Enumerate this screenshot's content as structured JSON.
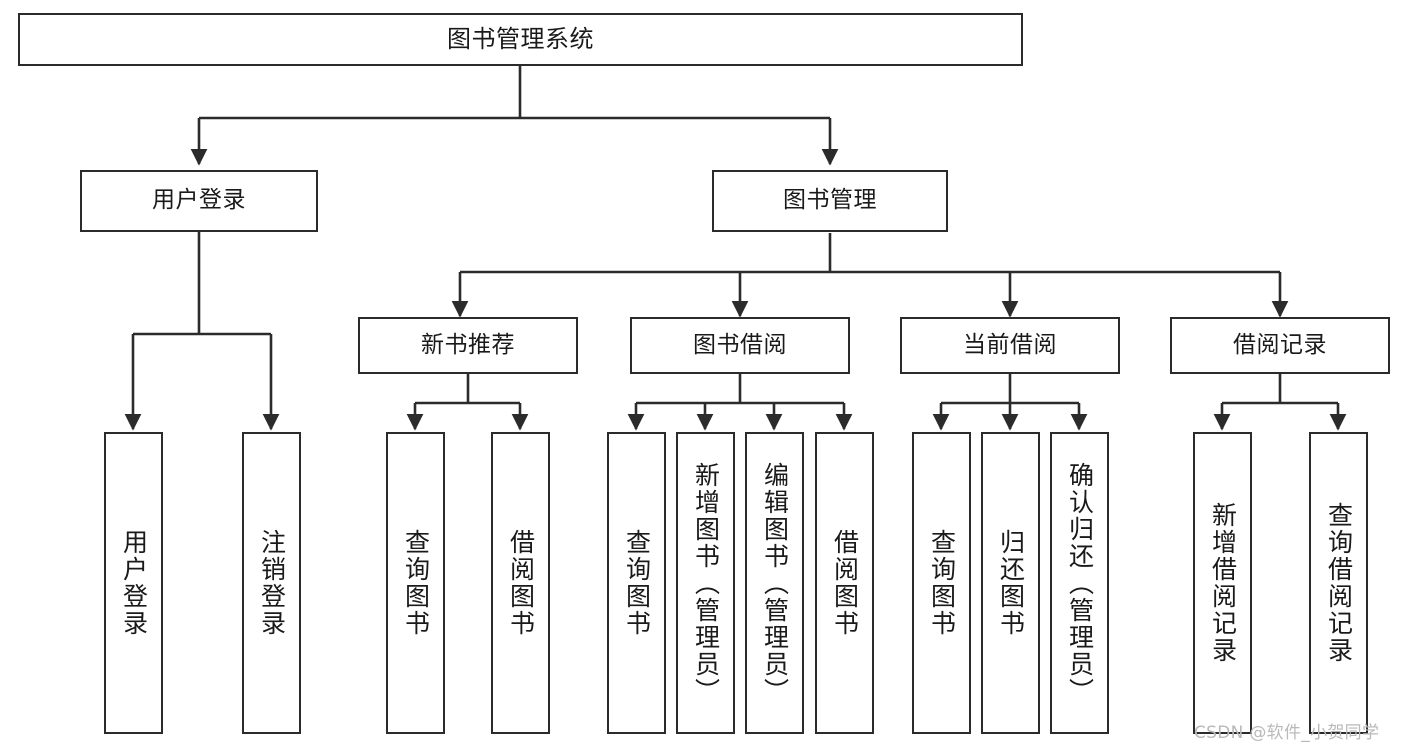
{
  "diagram": {
    "title": "图书管理系统",
    "type": "hierarchy-tree",
    "levels": 4
  },
  "nodes": {
    "root": {
      "label": "图书管理系统"
    },
    "level2": [
      {
        "label": "用户登录"
      },
      {
        "label": "图书管理"
      }
    ],
    "level3": [
      {
        "label": "新书推荐"
      },
      {
        "label": "图书借阅"
      },
      {
        "label": "当前借阅"
      },
      {
        "label": "借阅记录"
      }
    ],
    "leaves": {
      "user_login": [
        {
          "label": "用户登录"
        },
        {
          "label": "注销登录"
        }
      ],
      "new_book_recommend": [
        {
          "label": "查询图书"
        },
        {
          "label": "借阅图书"
        }
      ],
      "book_borrow": [
        {
          "label": "查询图书"
        },
        {
          "label": "新增图书（管理员）"
        },
        {
          "label": "编辑图书（管理员）"
        },
        {
          "label": "借阅图书"
        }
      ],
      "current_borrow": [
        {
          "label": "查询图书"
        },
        {
          "label": "归还图书"
        },
        {
          "label": "确认归还（管理员）"
        }
      ],
      "borrow_record": [
        {
          "label": "新增借阅记录"
        },
        {
          "label": "查询借阅记录"
        }
      ]
    }
  },
  "watermark": {
    "text": "CSDN @软件_小贺同学"
  },
  "colors": {
    "stroke": "#2b2b2b",
    "background": "#ffffff",
    "text": "#1a1a1a",
    "watermark": "#b9b9b9"
  }
}
